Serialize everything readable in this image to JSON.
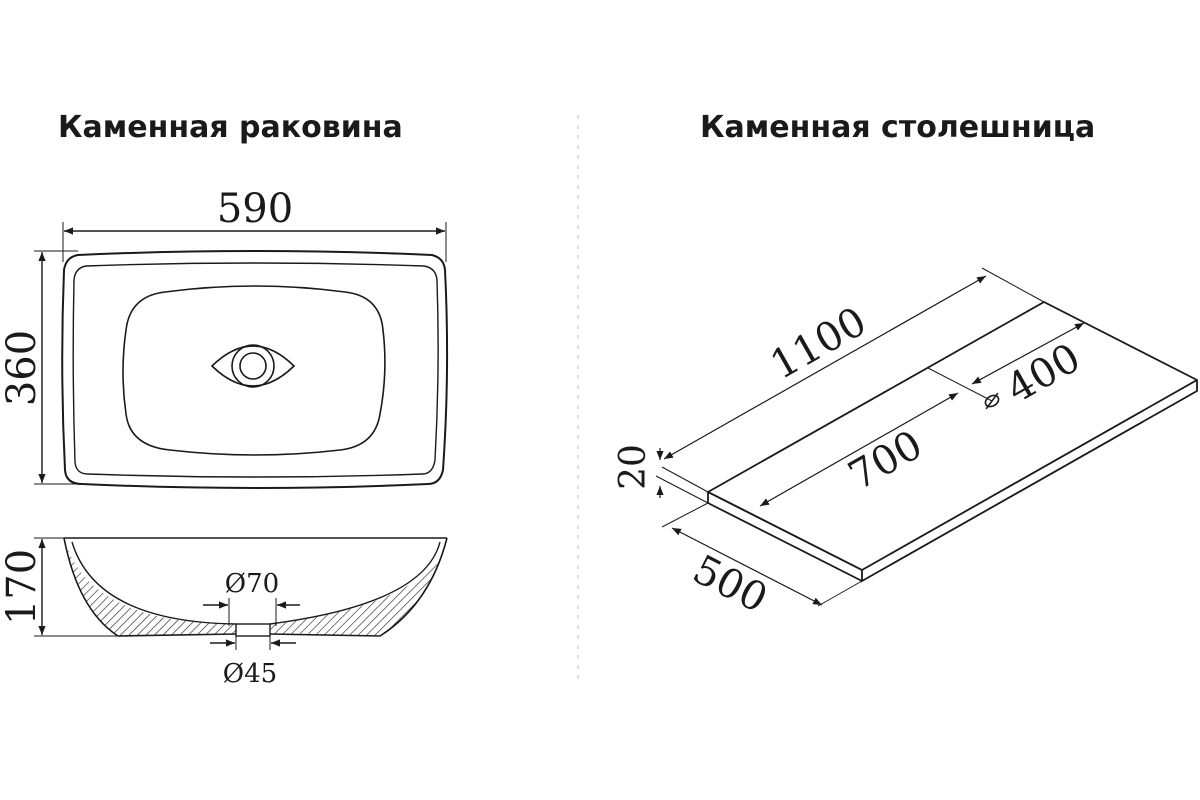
{
  "sink": {
    "title": "Каменная раковина",
    "width": "590",
    "depth": "360",
    "height": "170",
    "outer_diameter": "Ø70",
    "drain_diameter": "Ø45"
  },
  "countertop": {
    "title": "Каменная столешница",
    "length": "1100",
    "width": "500",
    "thickness": "20",
    "hole_offset": "700",
    "hole_diameter": "400"
  },
  "colors": {
    "stroke": "#1a1a1a",
    "divider": "#e0e0e0",
    "background": "#ffffff"
  }
}
